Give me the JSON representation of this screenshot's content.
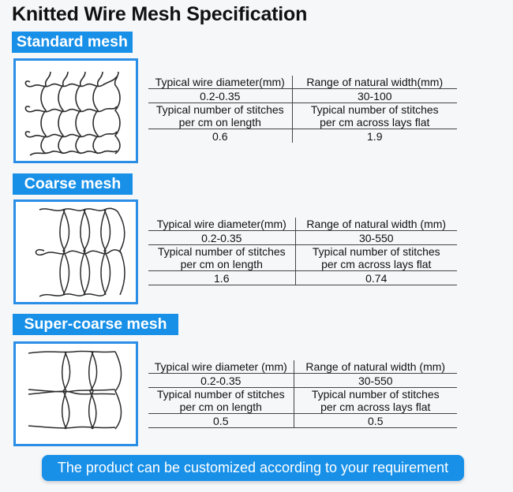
{
  "page": {
    "title": "Knitted Wire Mesh Specification",
    "accent_color": "#1890e8"
  },
  "sections": [
    {
      "label": "Standard mesh",
      "image": "standard-mesh-diagram",
      "table": {
        "header1_left": "Typical wire diameter(mm)",
        "header1_right": "Range of natural width(mm)",
        "value1_left": "0.2-0.35",
        "value1_right": "30-100",
        "header2_left_line1": "Typical number of stitches",
        "header2_left_line2": "per cm on length",
        "header2_right_line1": "Typical number of stitches",
        "header2_right_line2": "per cm across lays flat",
        "value2_left": "0.6",
        "value2_right": "1.9"
      }
    },
    {
      "label": "Coarse mesh",
      "image": "coarse-mesh-diagram",
      "table": {
        "header1_left": "Typical wire diameter(mm)",
        "header1_right": "Range of natural width (mm)",
        "value1_left": "0.2-0.35",
        "value1_right": "30-550",
        "header2_left_line1": "Typical number of stitches",
        "header2_left_line2": "per cm on length",
        "header2_right_line1": "Typical number of stitches",
        "header2_right_line2": "per cm across lays flat",
        "value2_left": "1.6",
        "value2_right": "0.74"
      }
    },
    {
      "label": "Super-coarse mesh",
      "image": "super-coarse-mesh-diagram",
      "table": {
        "header1_left": "Typical wire diameter (mm)",
        "header1_right": "Range of natural width (mm)",
        "value1_left": "0.2-0.35",
        "value1_right": "30-550",
        "header2_left_line1": "Typical number of stitches",
        "header2_left_line2": "per cm on length",
        "header2_right_line1": "Typical number of stitches",
        "header2_right_line2": "per cm across lays flat",
        "value2_left": "0.5",
        "value2_right": "0.5"
      }
    }
  ],
  "footer": {
    "cta_text": "The product can be customized according to your requirement"
  }
}
